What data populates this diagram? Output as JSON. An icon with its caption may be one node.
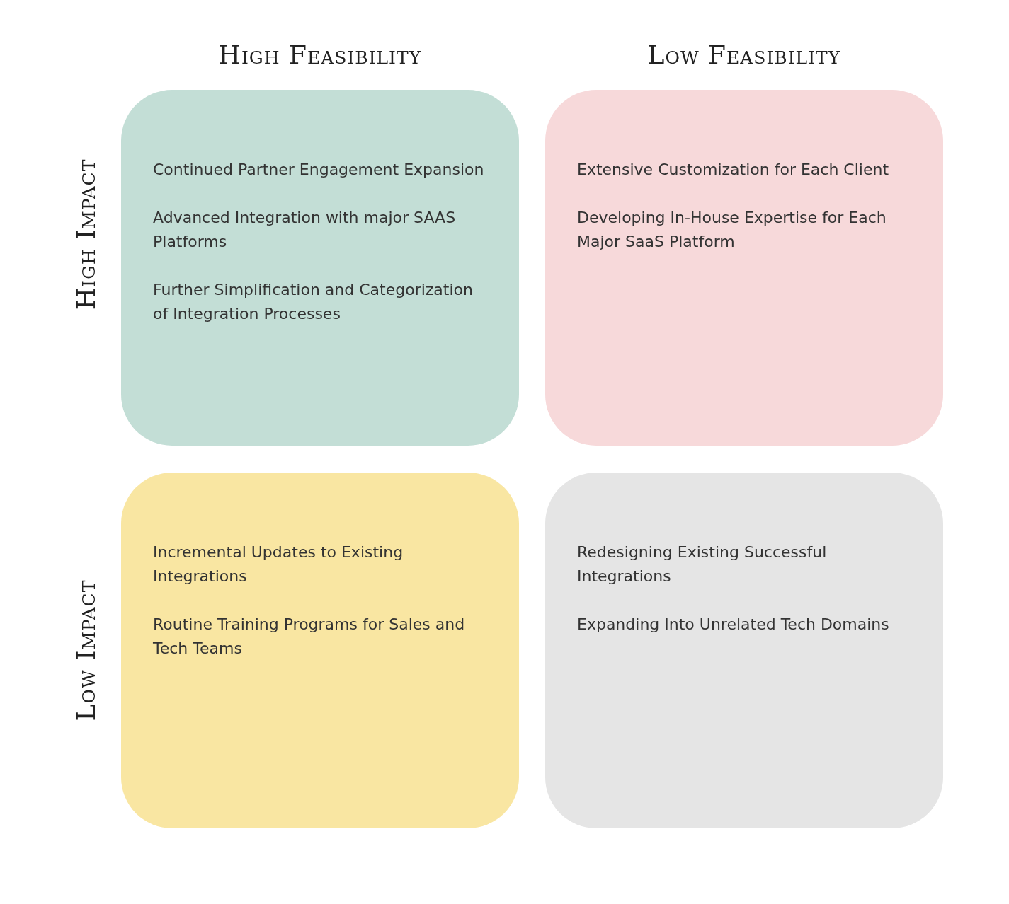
{
  "diagram": {
    "nodes": [
      {
        "text": [
          "Continued Partner Engagement Expansion",
          "Advanced Integration with major SAAS Platforms",
          "Further Simplification and Categorization of Integration Processes"
        ]
      },
      {
        "text": [
          "Extensive Customization for Each Client",
          "Developing In-House Expertise for Each Major SaaS Platform"
        ]
      },
      {
        "text": [
          "Incremental Updates to Existing Integrations",
          "Routine Training Programs for Sales and Tech Teams"
        ]
      },
      {
        "text": [
          "Redesigning Existing Successful Integrations",
          "Expanding Into Unrelated Tech Domains"
        ]
      }
    ],
    "edges": [],
    "labels": [
      "High Feasibility",
      "Low Feasibility",
      "High Impact",
      "Low Impact"
    ]
  }
}
